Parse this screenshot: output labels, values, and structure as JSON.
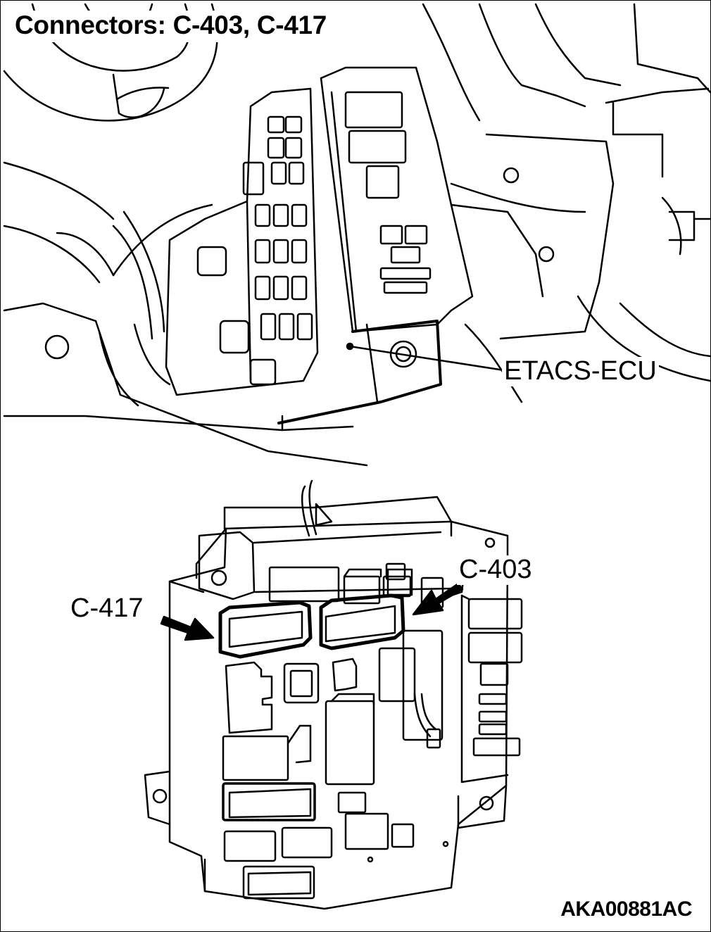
{
  "title": "Connectors: C-403, C-417",
  "labels": {
    "etacs": "ETACS-ECU",
    "c403": "C-403",
    "c417": "C-417"
  },
  "figure_code": "AKA00881AC",
  "colors": {
    "line": "#000000",
    "background": "#ffffff"
  }
}
